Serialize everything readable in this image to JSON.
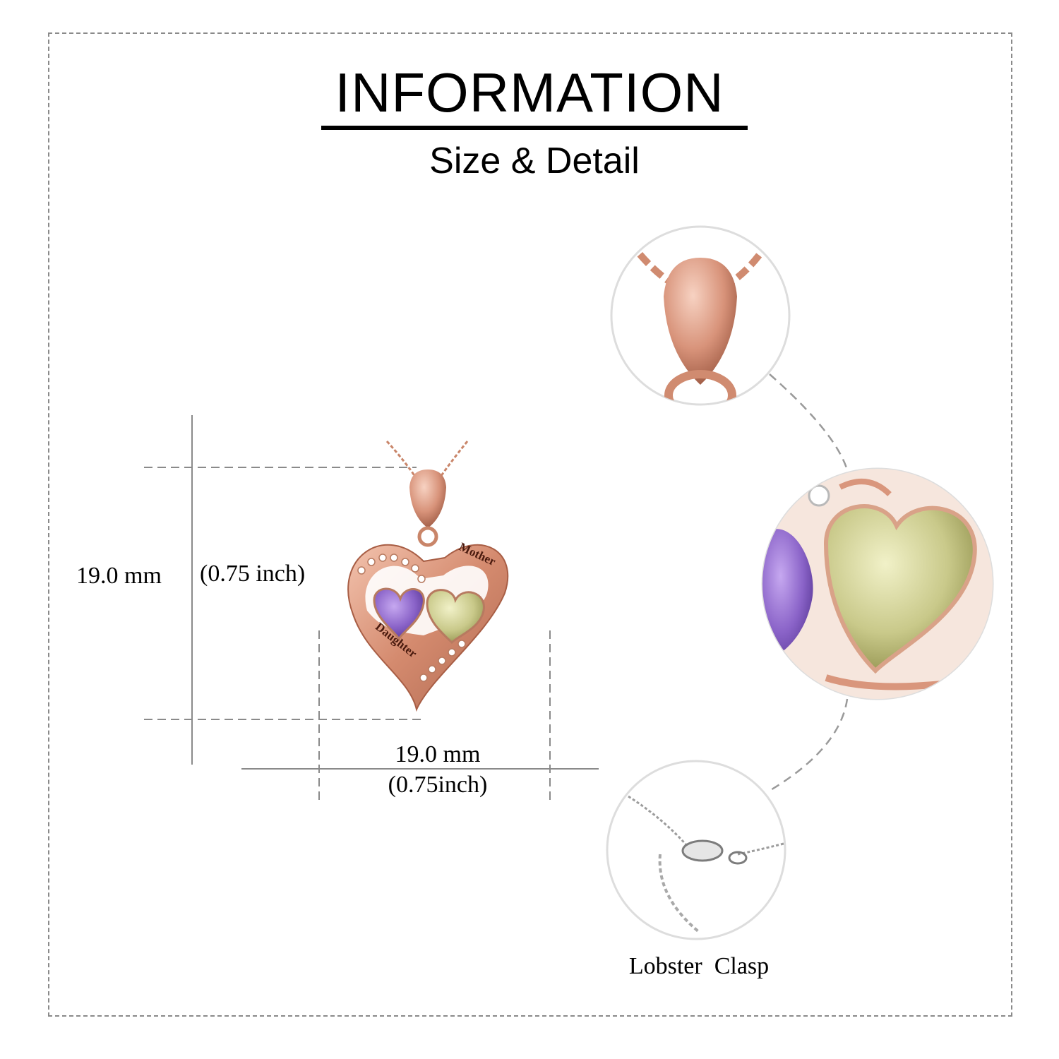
{
  "header": {
    "title": "INFORMATION",
    "subtitle": "Size & Detail"
  },
  "dimensions": {
    "height_mm": "19.0 mm",
    "height_inch": "(0.75 inch)",
    "width_mm": "19.0 mm",
    "width_inch": "(0.75inch)"
  },
  "pendant": {
    "engraving_top": "Mother",
    "engraving_bottom": "Daughter",
    "stone_left_color": "#8a63c8",
    "stone_right_color": "#c9c98a",
    "metal_color": "#d9967c"
  },
  "details": {
    "clasp_label": "Lobster  Clasp"
  }
}
